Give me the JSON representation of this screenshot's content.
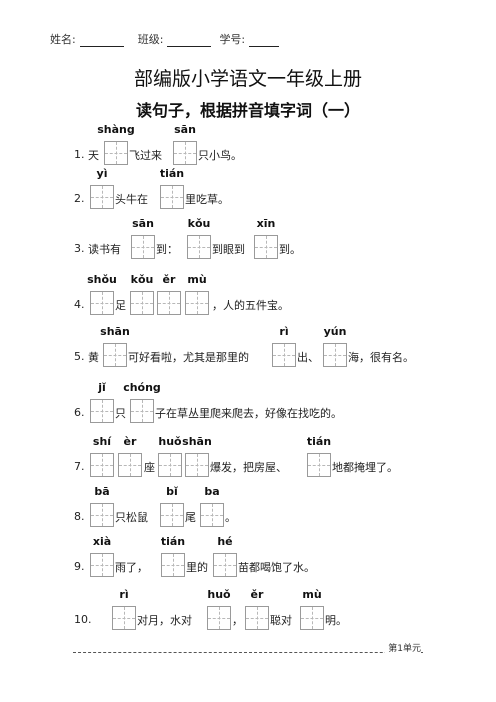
{
  "header": {
    "name_label": "姓名:",
    "class_label": "班级:",
    "student_no_label": "学号:"
  },
  "title": "部编版小学语文一年级上册",
  "subtitle": "读句子，根据拼音填字词（一）",
  "questions": [
    {
      "number": "1.",
      "pinyin": [
        "shàng",
        "sān"
      ],
      "segments": [
        "天",
        "飞过来",
        "只小鸟。"
      ]
    },
    {
      "number": "2.",
      "pinyin": [
        "yì",
        "tián"
      ],
      "segments": [
        "头牛在",
        "里吃草。"
      ]
    },
    {
      "number": "3.",
      "pinyin": [
        "sān",
        "kǒu",
        "xīn"
      ],
      "segments": [
        "读书有",
        "到：",
        "到眼到",
        "到。"
      ]
    },
    {
      "number": "4.",
      "pinyin": [
        "shǒu",
        "kǒu",
        "ěr",
        "mù"
      ],
      "segments": [
        "足",
        "，人的五件宝。"
      ]
    },
    {
      "number": "5.",
      "pinyin": [
        "shān",
        "rì",
        "yún"
      ],
      "segments": [
        "黄",
        "可好看啦，尤其是那里的",
        "出、",
        "海，很有名。"
      ]
    },
    {
      "number": "6.",
      "pinyin": [
        "jǐ",
        "chóng"
      ],
      "segments": [
        "只",
        "子在草丛里爬来爬去，好像在找吃的。"
      ]
    },
    {
      "number": "7.",
      "pinyin": [
        "shí",
        "èr",
        "huǒ",
        "shān",
        "tián"
      ],
      "segments": [
        "座",
        "爆发，把房屋、",
        "地都掩埋了。"
      ]
    },
    {
      "number": "8.",
      "pinyin": [
        "bā",
        "bǐ",
        "ba"
      ],
      "segments": [
        "只松鼠",
        "尾",
        "。"
      ]
    },
    {
      "number": "9.",
      "pinyin": [
        "xià",
        "tián",
        "hé"
      ],
      "segments": [
        "雨了，",
        "里的",
        "苗都喝饱了水。"
      ]
    },
    {
      "number": "10.",
      "pinyin": [
        "rì",
        "huǒ",
        "ěr",
        "mù"
      ],
      "segments": [
        "对月，水对",
        "，",
        "聪对",
        "明。"
      ]
    }
  ],
  "footer": {
    "unit": "第1单元"
  }
}
